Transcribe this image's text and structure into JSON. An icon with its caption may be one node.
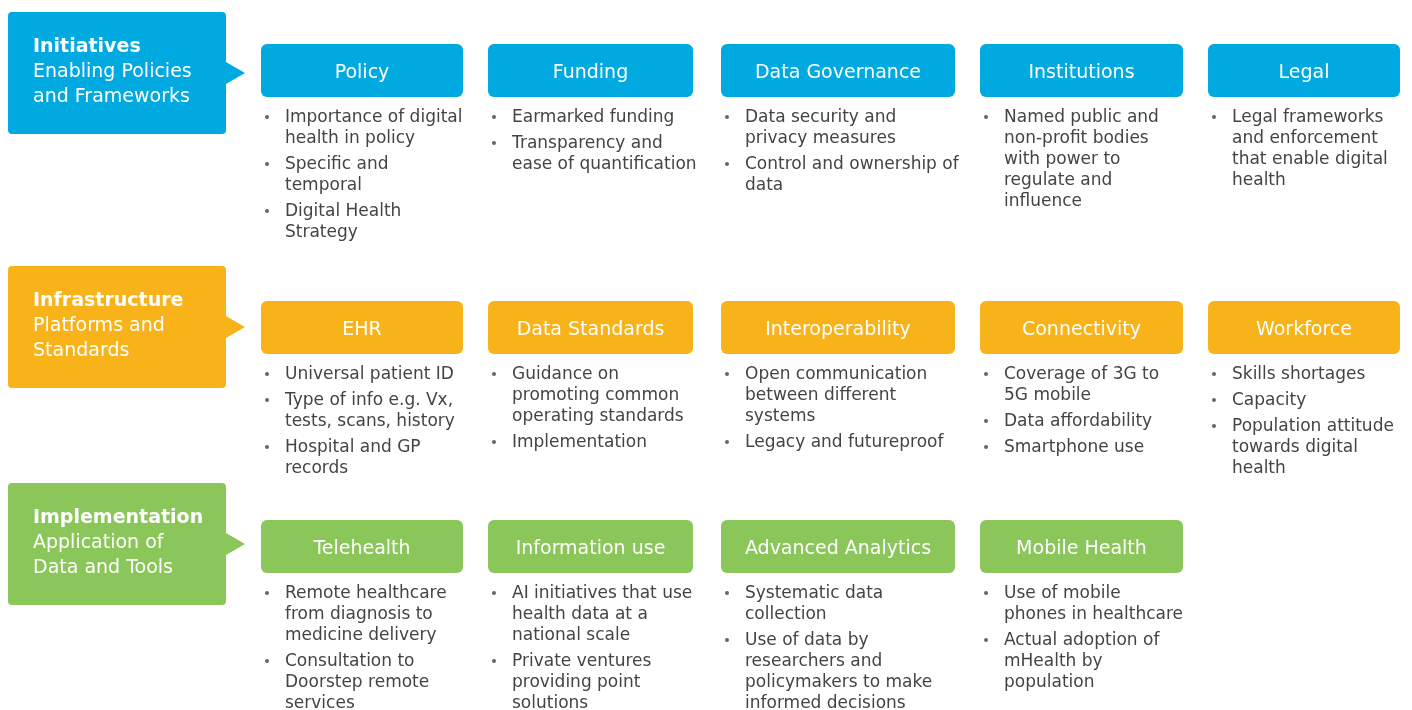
{
  "diagram": {
    "nodes": [
      {
        "text": [
          "Initiatives",
          "Enabling Policies and Frameworks"
        ]
      },
      {
        "text": [
          "Policy"
        ],
        "beside": [
          "Importance of digital health in policy",
          "Specific and temporal",
          "Digital Health Strategy"
        ]
      },
      {
        "text": [
          "Funding"
        ],
        "beside": [
          "Earmarked funding",
          "Transparency and ease of quantification"
        ]
      },
      {
        "text": [
          "Data Governance"
        ],
        "beside": [
          "Data security and privacy measures",
          "Control and ownership of data"
        ]
      },
      {
        "text": [
          "Institutions"
        ],
        "beside": [
          "Named public and non-profit bodies with power to regulate and influence"
        ]
      },
      {
        "text": [
          "Legal"
        ],
        "beside": [
          "Legal frameworks and enforcement that enable digital health"
        ]
      },
      {
        "text": [
          "Infrastructure",
          "Platforms and Standards"
        ]
      },
      {
        "text": [
          "EHR"
        ],
        "beside": [
          "Universal patient ID",
          "Type of info e.g. Vx, tests, scans, history",
          "Hospital and GP records"
        ]
      },
      {
        "text": [
          "Data Standards"
        ],
        "beside": [
          "Guidance on promoting common operating standards",
          "Implementation"
        ]
      },
      {
        "text": [
          "Interoperability"
        ],
        "beside": [
          "Open communication between different systems",
          "Legacy and futureproof"
        ]
      },
      {
        "text": [
          "Connectivity"
        ],
        "beside": [
          "Coverage of 3G to 5G mobile",
          "Data affordability",
          "Smartphone use"
        ]
      },
      {
        "text": [
          "Workforce"
        ],
        "beside": [
          "Skills shortages",
          "Capacity",
          "Population attitude towards digital health"
        ]
      },
      {
        "text": [
          "Implementation",
          "Application of Data and Tools"
        ]
      },
      {
        "text": [
          "Telehealth"
        ],
        "beside": [
          "Remote healthcare from diagnosis to medicine delivery",
          "Consultation to Doorstep remote services"
        ]
      },
      {
        "text": [
          "Information use"
        ],
        "beside": [
          "AI initiatives that use health data at a national scale",
          "Private ventures providing point solutions"
        ]
      },
      {
        "text": [
          "Advanced Analytics"
        ],
        "beside": [
          "Systematic data collection",
          "Use of data by researchers and policymakers to make informed decisions"
        ]
      },
      {
        "text": [
          "Mobile Health"
        ],
        "beside": [
          "Use of mobile phones in healthcare",
          "Actual adoption of mHealth by population"
        ]
      }
    ],
    "edges": []
  }
}
